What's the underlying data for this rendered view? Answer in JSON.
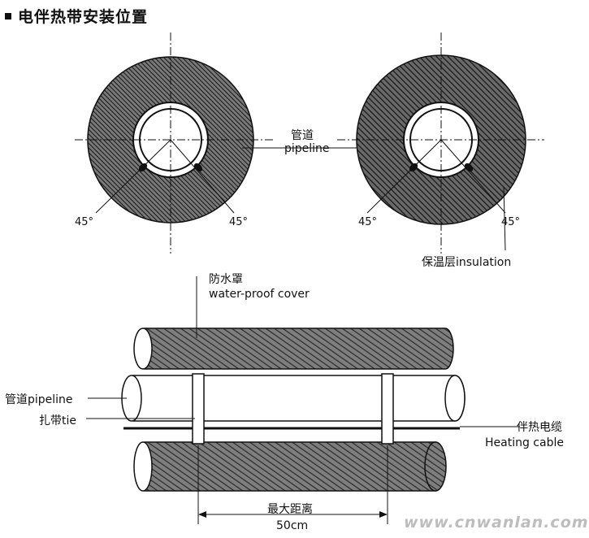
{
  "header": {
    "title": "电伴热带安装位置"
  },
  "cross_section": {
    "left_angle_left": "45°",
    "left_angle_right": "45°",
    "right_angle_left": "45°",
    "right_angle_right": "45°",
    "pipeline_cn": "管道",
    "pipeline_en": "pipeline",
    "insulation": "保温层insulation"
  },
  "side_view": {
    "cover_cn": "防水罩",
    "cover_en": "water-proof cover",
    "pipeline": "管道pipeline",
    "tie": "扎带tie",
    "cable_cn": "伴热电缆",
    "cable_en": "Heating cable",
    "max_distance_cn": "最大距离",
    "max_distance_value": "50cm"
  },
  "watermark": "www.cnwanlan.com",
  "colors": {
    "ink": "#111111",
    "hatch": "#1a1a1a",
    "insulation_fill": "#6e6e6e",
    "watermark": "#bdbdbd"
  }
}
